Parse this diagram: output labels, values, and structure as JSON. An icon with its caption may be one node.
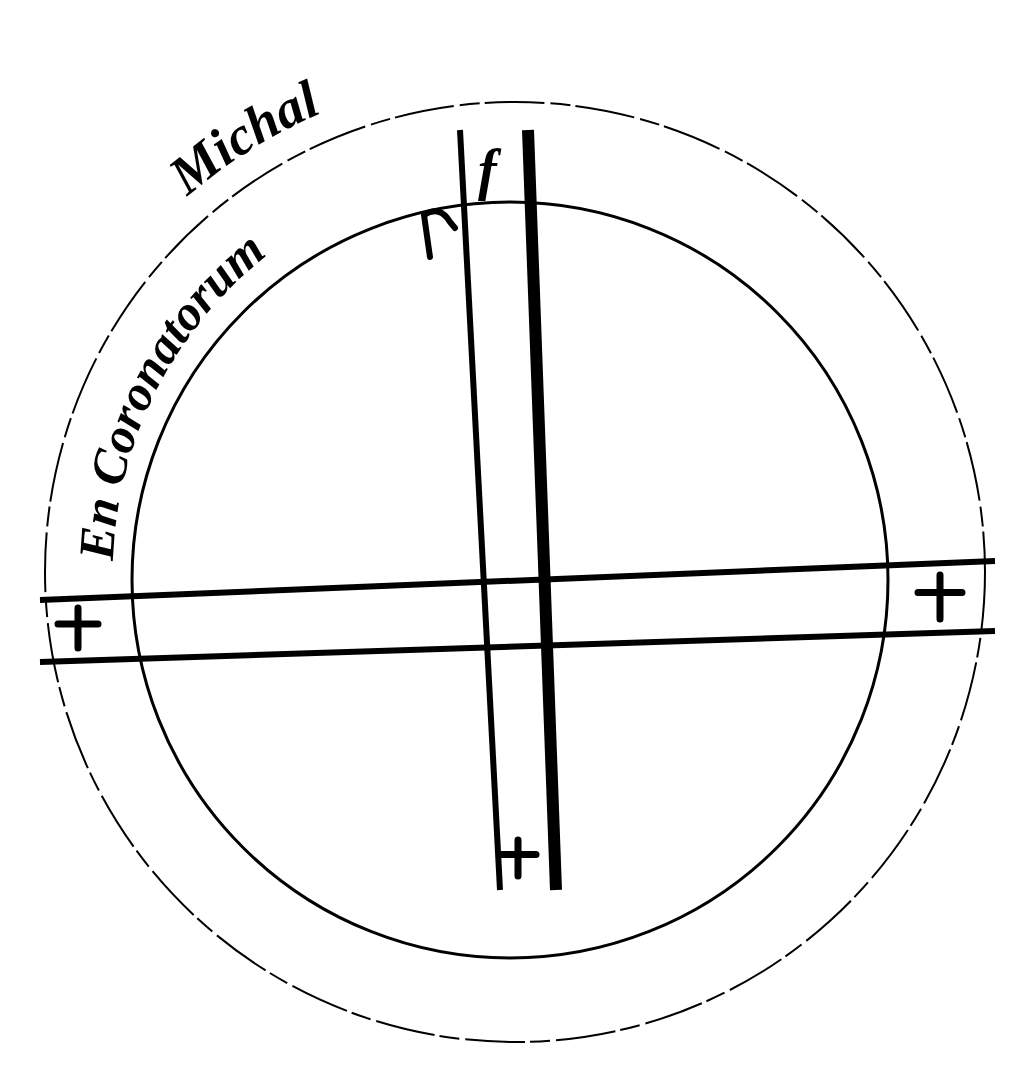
{
  "diagram": {
    "labels": [
      "Michal",
      "En Coronatorum",
      "f"
    ]
  }
}
